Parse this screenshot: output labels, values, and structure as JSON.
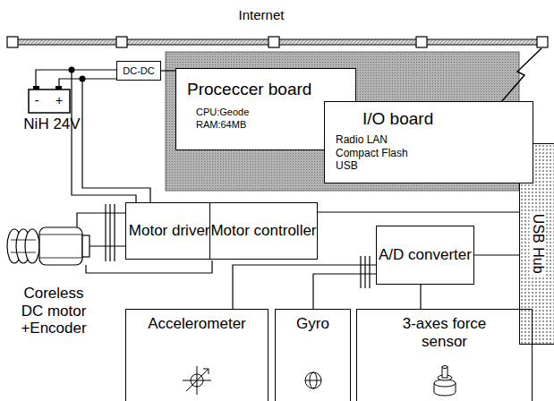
{
  "diagram": {
    "nodes": [
      {
        "text": [
          "DC-DC"
        ]
      },
      {
        "text": [
          "Proceccer board",
          "CPU:Geode",
          "RAM:64MB"
        ]
      },
      {
        "text": [
          "I/O board",
          "Radio LAN",
          "Compact Flash",
          "USB"
        ]
      },
      {
        "text": [
          "Motor driver"
        ]
      },
      {
        "text": [
          "Motor controller"
        ]
      },
      {
        "text": [
          "A/D converter"
        ]
      },
      {
        "text": [
          "USB Hub"
        ]
      },
      {
        "text": [
          "Accelerometer"
        ]
      },
      {
        "text": [
          "Gyro"
        ]
      },
      {
        "text": [
          "3-axes force sensor"
        ]
      }
    ],
    "edges": [
      {
        "from": 0,
        "to": 1,
        "arrow": "none"
      },
      {
        "from": 2,
        "to": 6,
        "arrow": "none"
      },
      {
        "from": 4,
        "to": 6,
        "arrow": "none"
      },
      {
        "from": 5,
        "to": 6,
        "arrow": "none"
      },
      {
        "from": 7,
        "to": 5,
        "arrow": "none"
      },
      {
        "from": 8,
        "to": 5,
        "arrow": "none"
      },
      {
        "from": 9,
        "to": 5,
        "arrow": "none"
      }
    ],
    "labels": [
      "Internet",
      "NiH 24V",
      "Coreless DC motor +Encoder",
      "-",
      "+"
    ]
  }
}
